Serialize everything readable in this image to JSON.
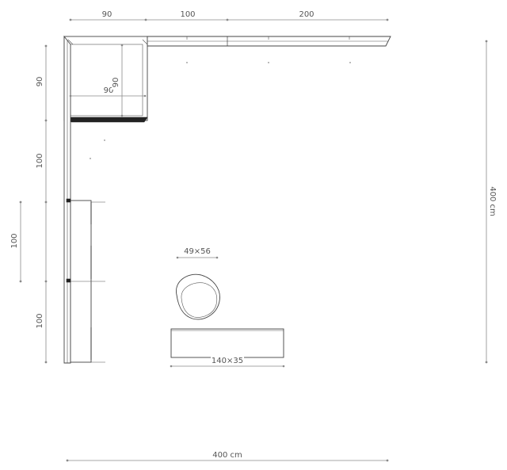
{
  "dimensions": {
    "top_1": "90",
    "top_2": "100",
    "top_3": "200",
    "left_1": "90",
    "left_2": "100",
    "left_3": "100",
    "left_4": "100",
    "inner_h": "90",
    "inner_v": "90",
    "total_width": "400 cm",
    "total_height": "400 cm",
    "stool": "49×56",
    "table": "140×35"
  },
  "colors": {
    "line": "#444444",
    "dimension": "#8a8a8a",
    "text": "#555555"
  }
}
